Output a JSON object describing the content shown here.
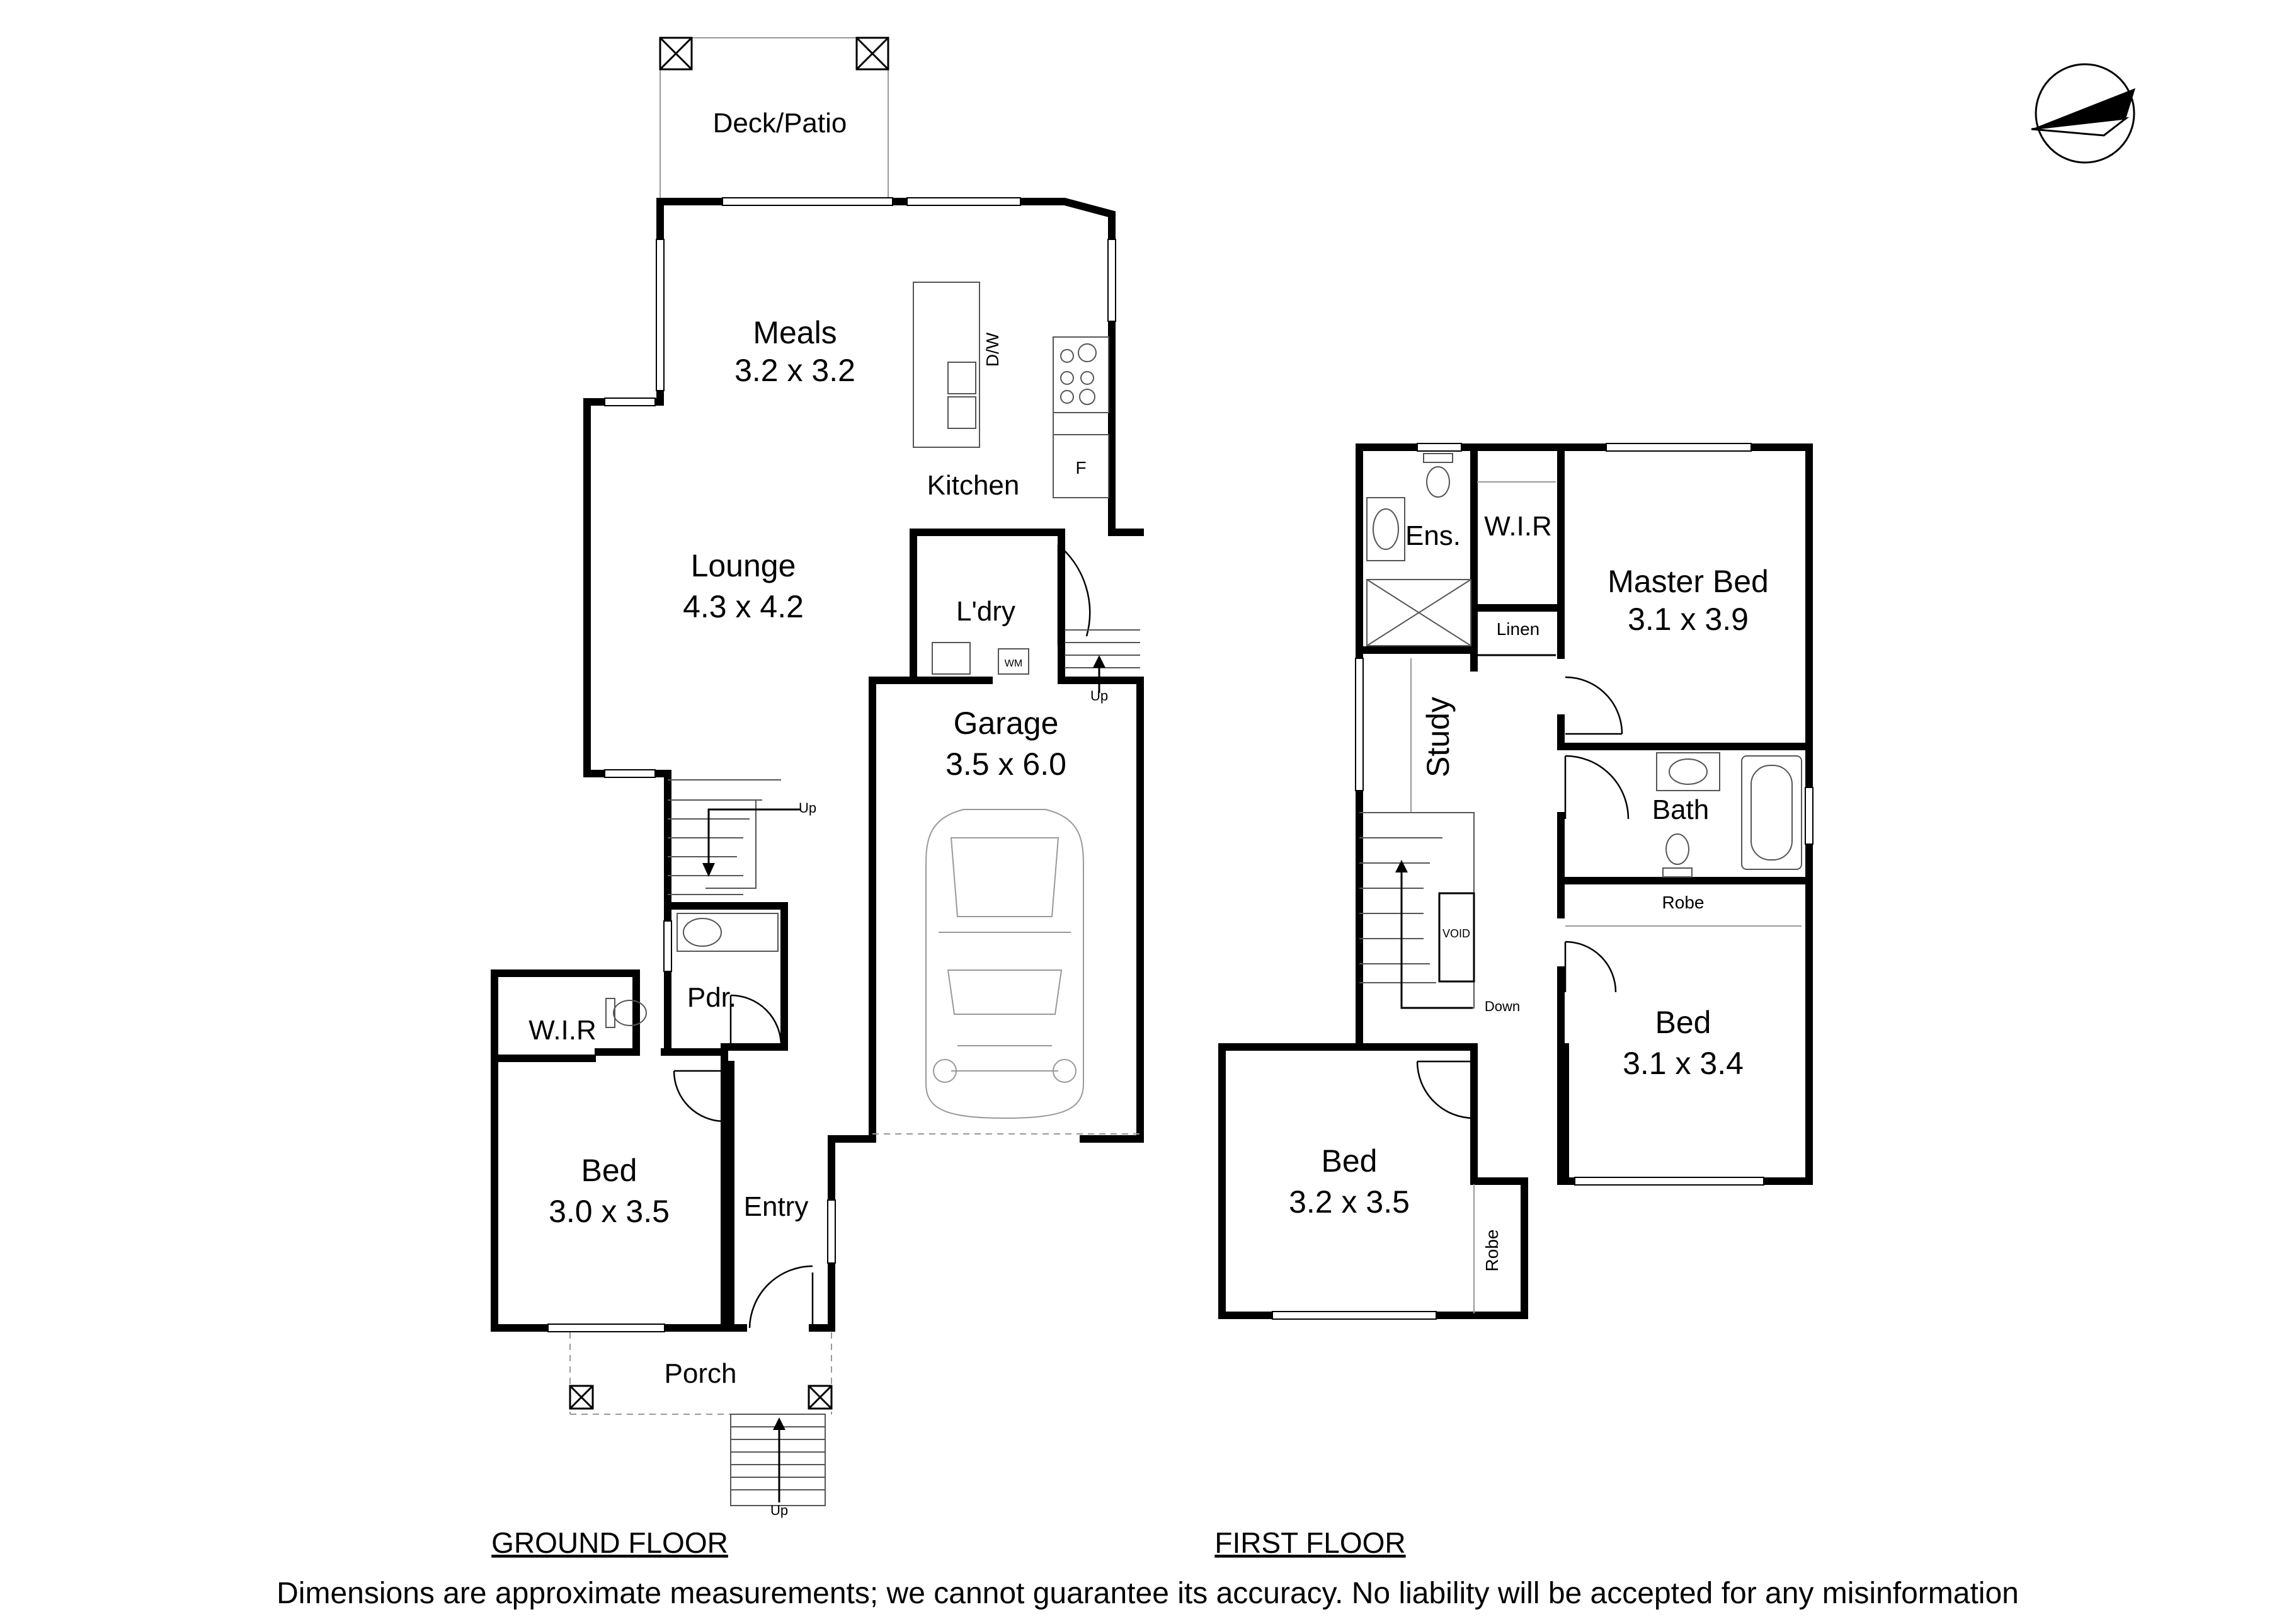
{
  "ground": {
    "deck": "Deck/Patio",
    "meals": {
      "name": "Meals",
      "dims": "3.2 x 3.2"
    },
    "dw": "D/W",
    "fridge": "F",
    "kitchen": "Kitchen",
    "lounge": {
      "name": "Lounge",
      "dims": "4.3 x 4.2"
    },
    "laundry": "L'dry",
    "wm": "WM",
    "up_laundry": "Up",
    "garage": {
      "name": "Garage",
      "dims": "3.5 x 6.0"
    },
    "up_stair": "Up",
    "pdr": "Pdr.",
    "wir": "W.I.R",
    "bed": {
      "name": "Bed",
      "dims": "3.0 x 3.5"
    },
    "entry": "Entry",
    "porch": "Porch",
    "up_porch": "Up",
    "title": "GROUND FLOOR"
  },
  "first": {
    "ens": "Ens.",
    "wir": "W.I.R",
    "master": {
      "name": "Master Bed",
      "dims": "3.1 x 3.9"
    },
    "linen": "Linen",
    "study": "Study",
    "bath": "Bath",
    "robe1": "Robe",
    "void": "VOID",
    "down": "Down",
    "bed2": {
      "name": "Bed",
      "dims": "3.1 x 3.4"
    },
    "bed3": {
      "name": "Bed",
      "dims": "3.2 x 3.5"
    },
    "robe2": "Robe",
    "title": "FIRST FLOOR"
  },
  "disclaimer": "Dimensions are approximate measurements; we cannot guarantee its accuracy. No liability will be accepted for any misinformation",
  "compass_icon": "north-arrow-icon"
}
